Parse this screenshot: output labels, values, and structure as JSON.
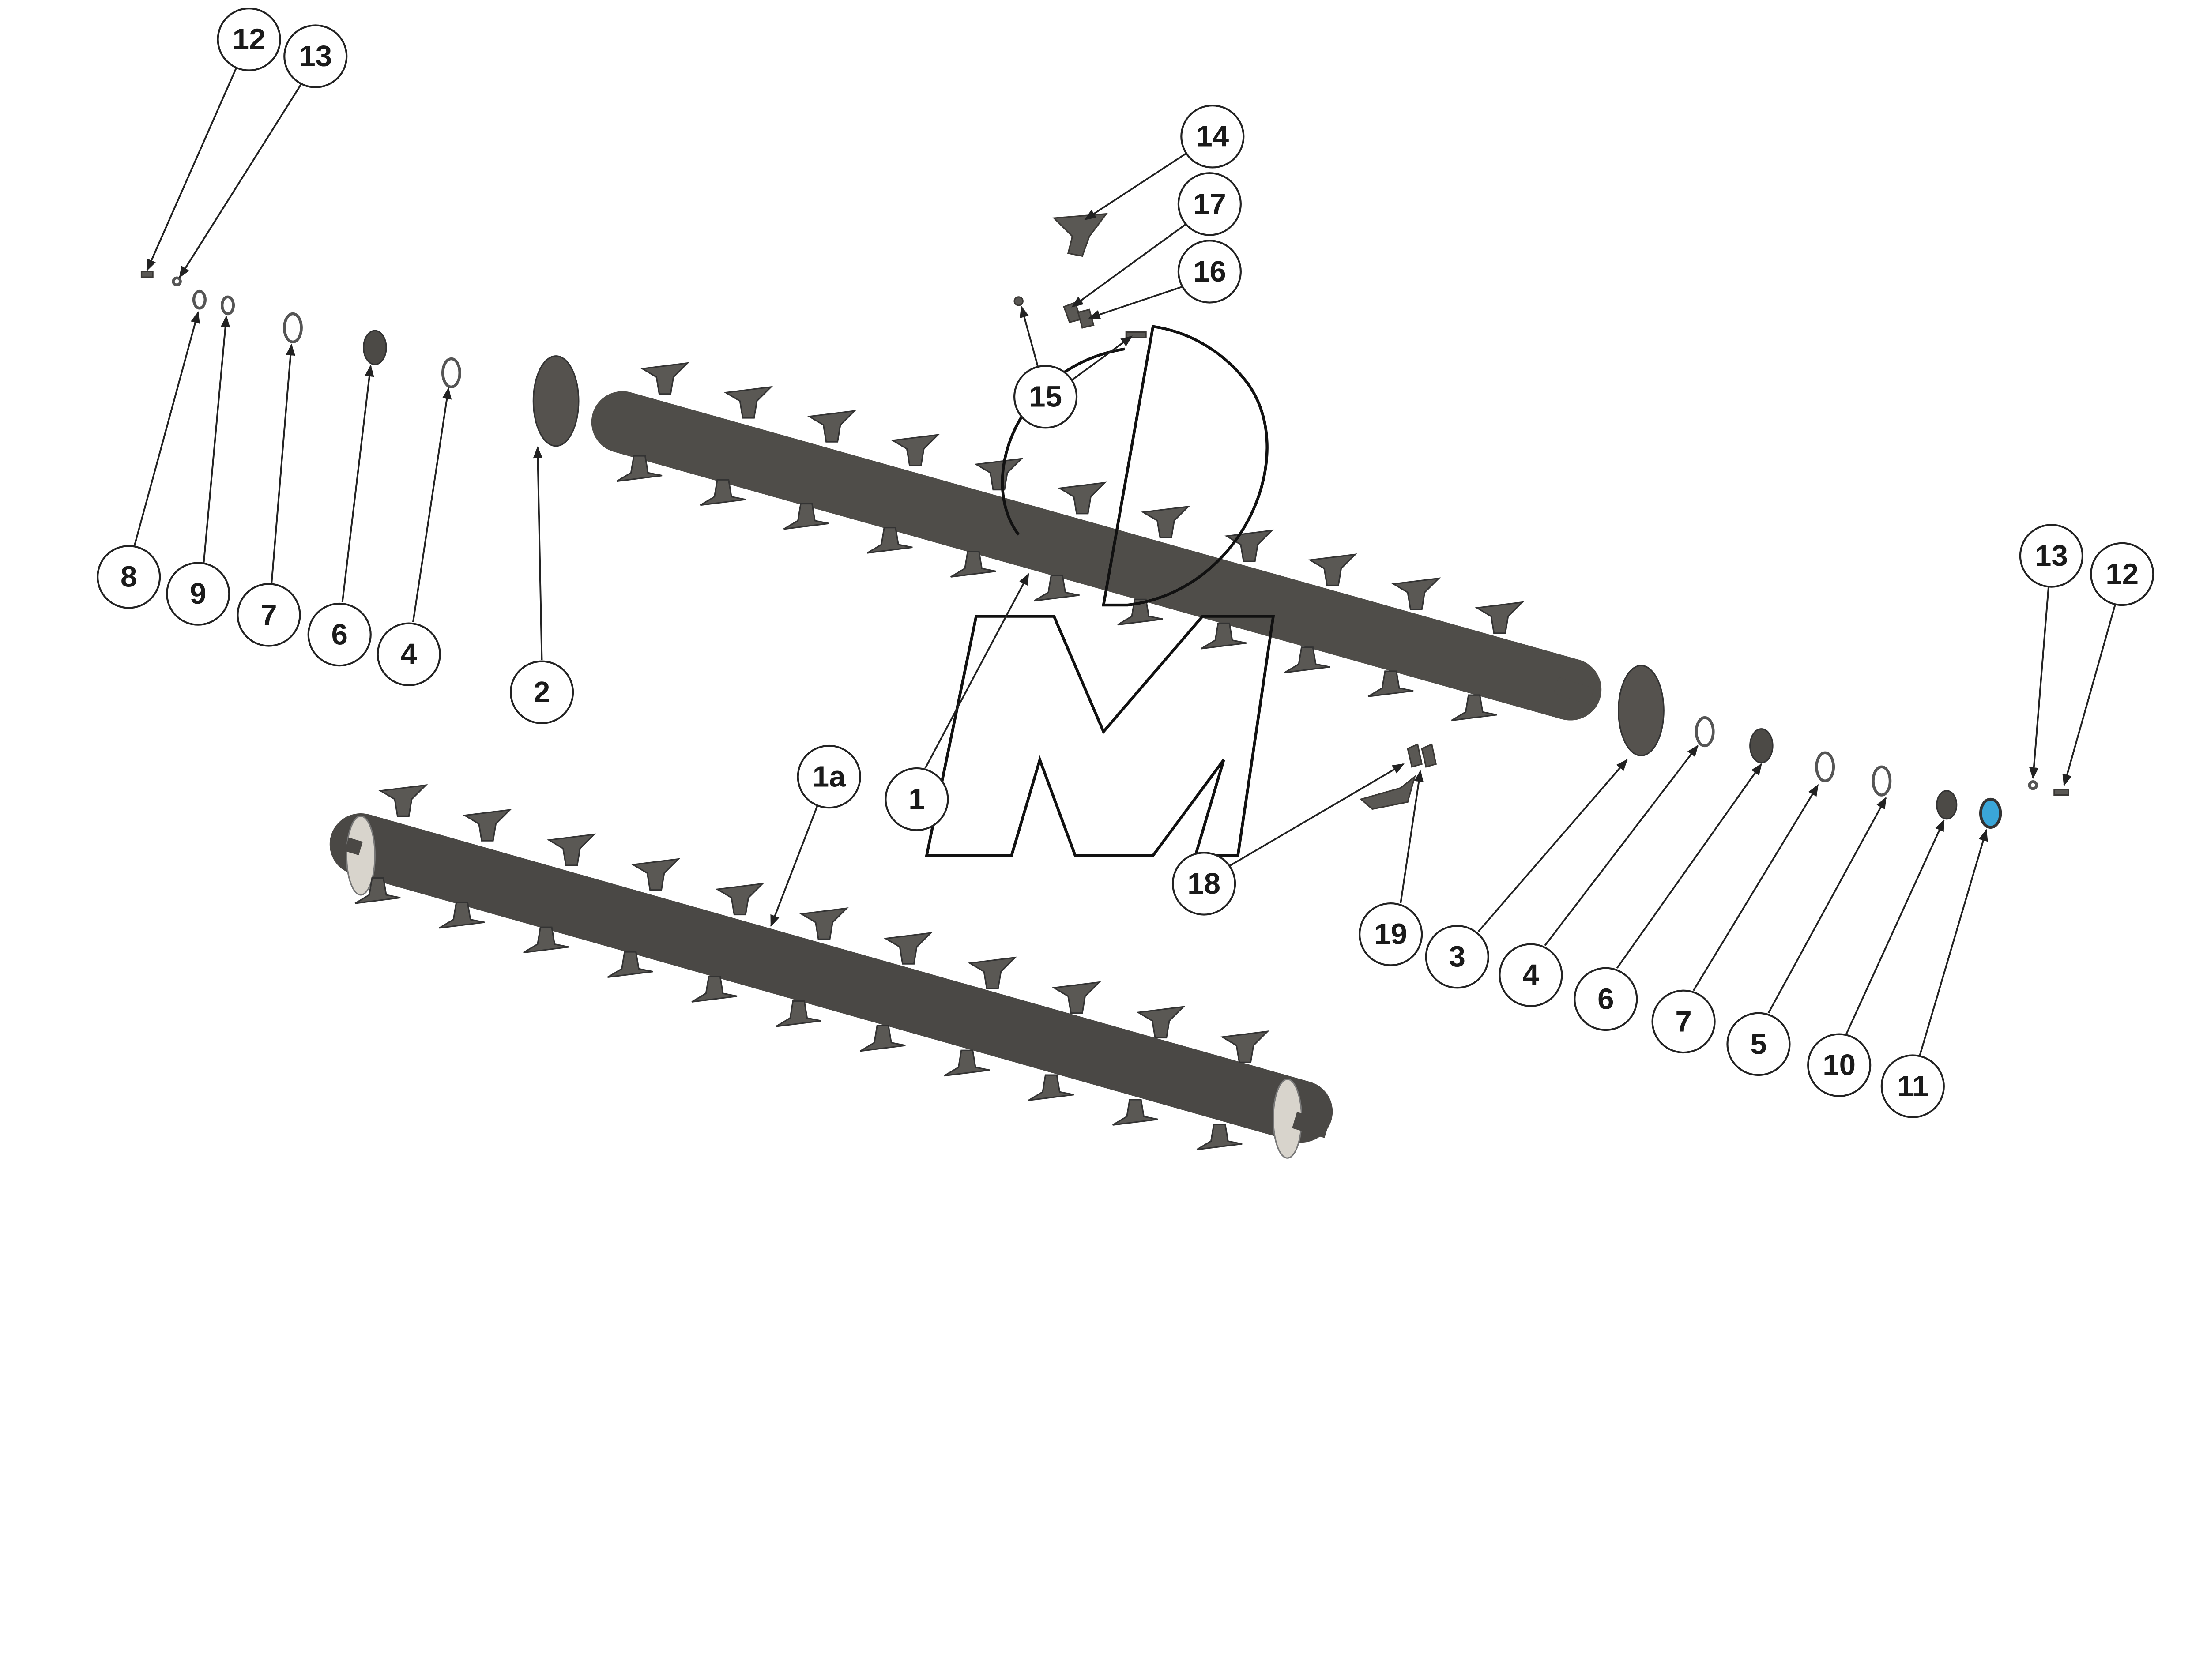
{
  "diagram": {
    "type": "exploded parts diagram",
    "callouts": [
      "12",
      "13",
      "14",
      "17",
      "16",
      "15",
      "8",
      "9",
      "7",
      "6",
      "4",
      "2",
      "1a",
      "1",
      "18",
      "19",
      "3",
      "4",
      "6",
      "7",
      "5",
      "10",
      "11",
      "13",
      "12"
    ],
    "colors": {
      "part": "#5a5854",
      "shaft": "#55534f",
      "seal_blue": "#3aa6d8",
      "outline": "#222222"
    }
  }
}
